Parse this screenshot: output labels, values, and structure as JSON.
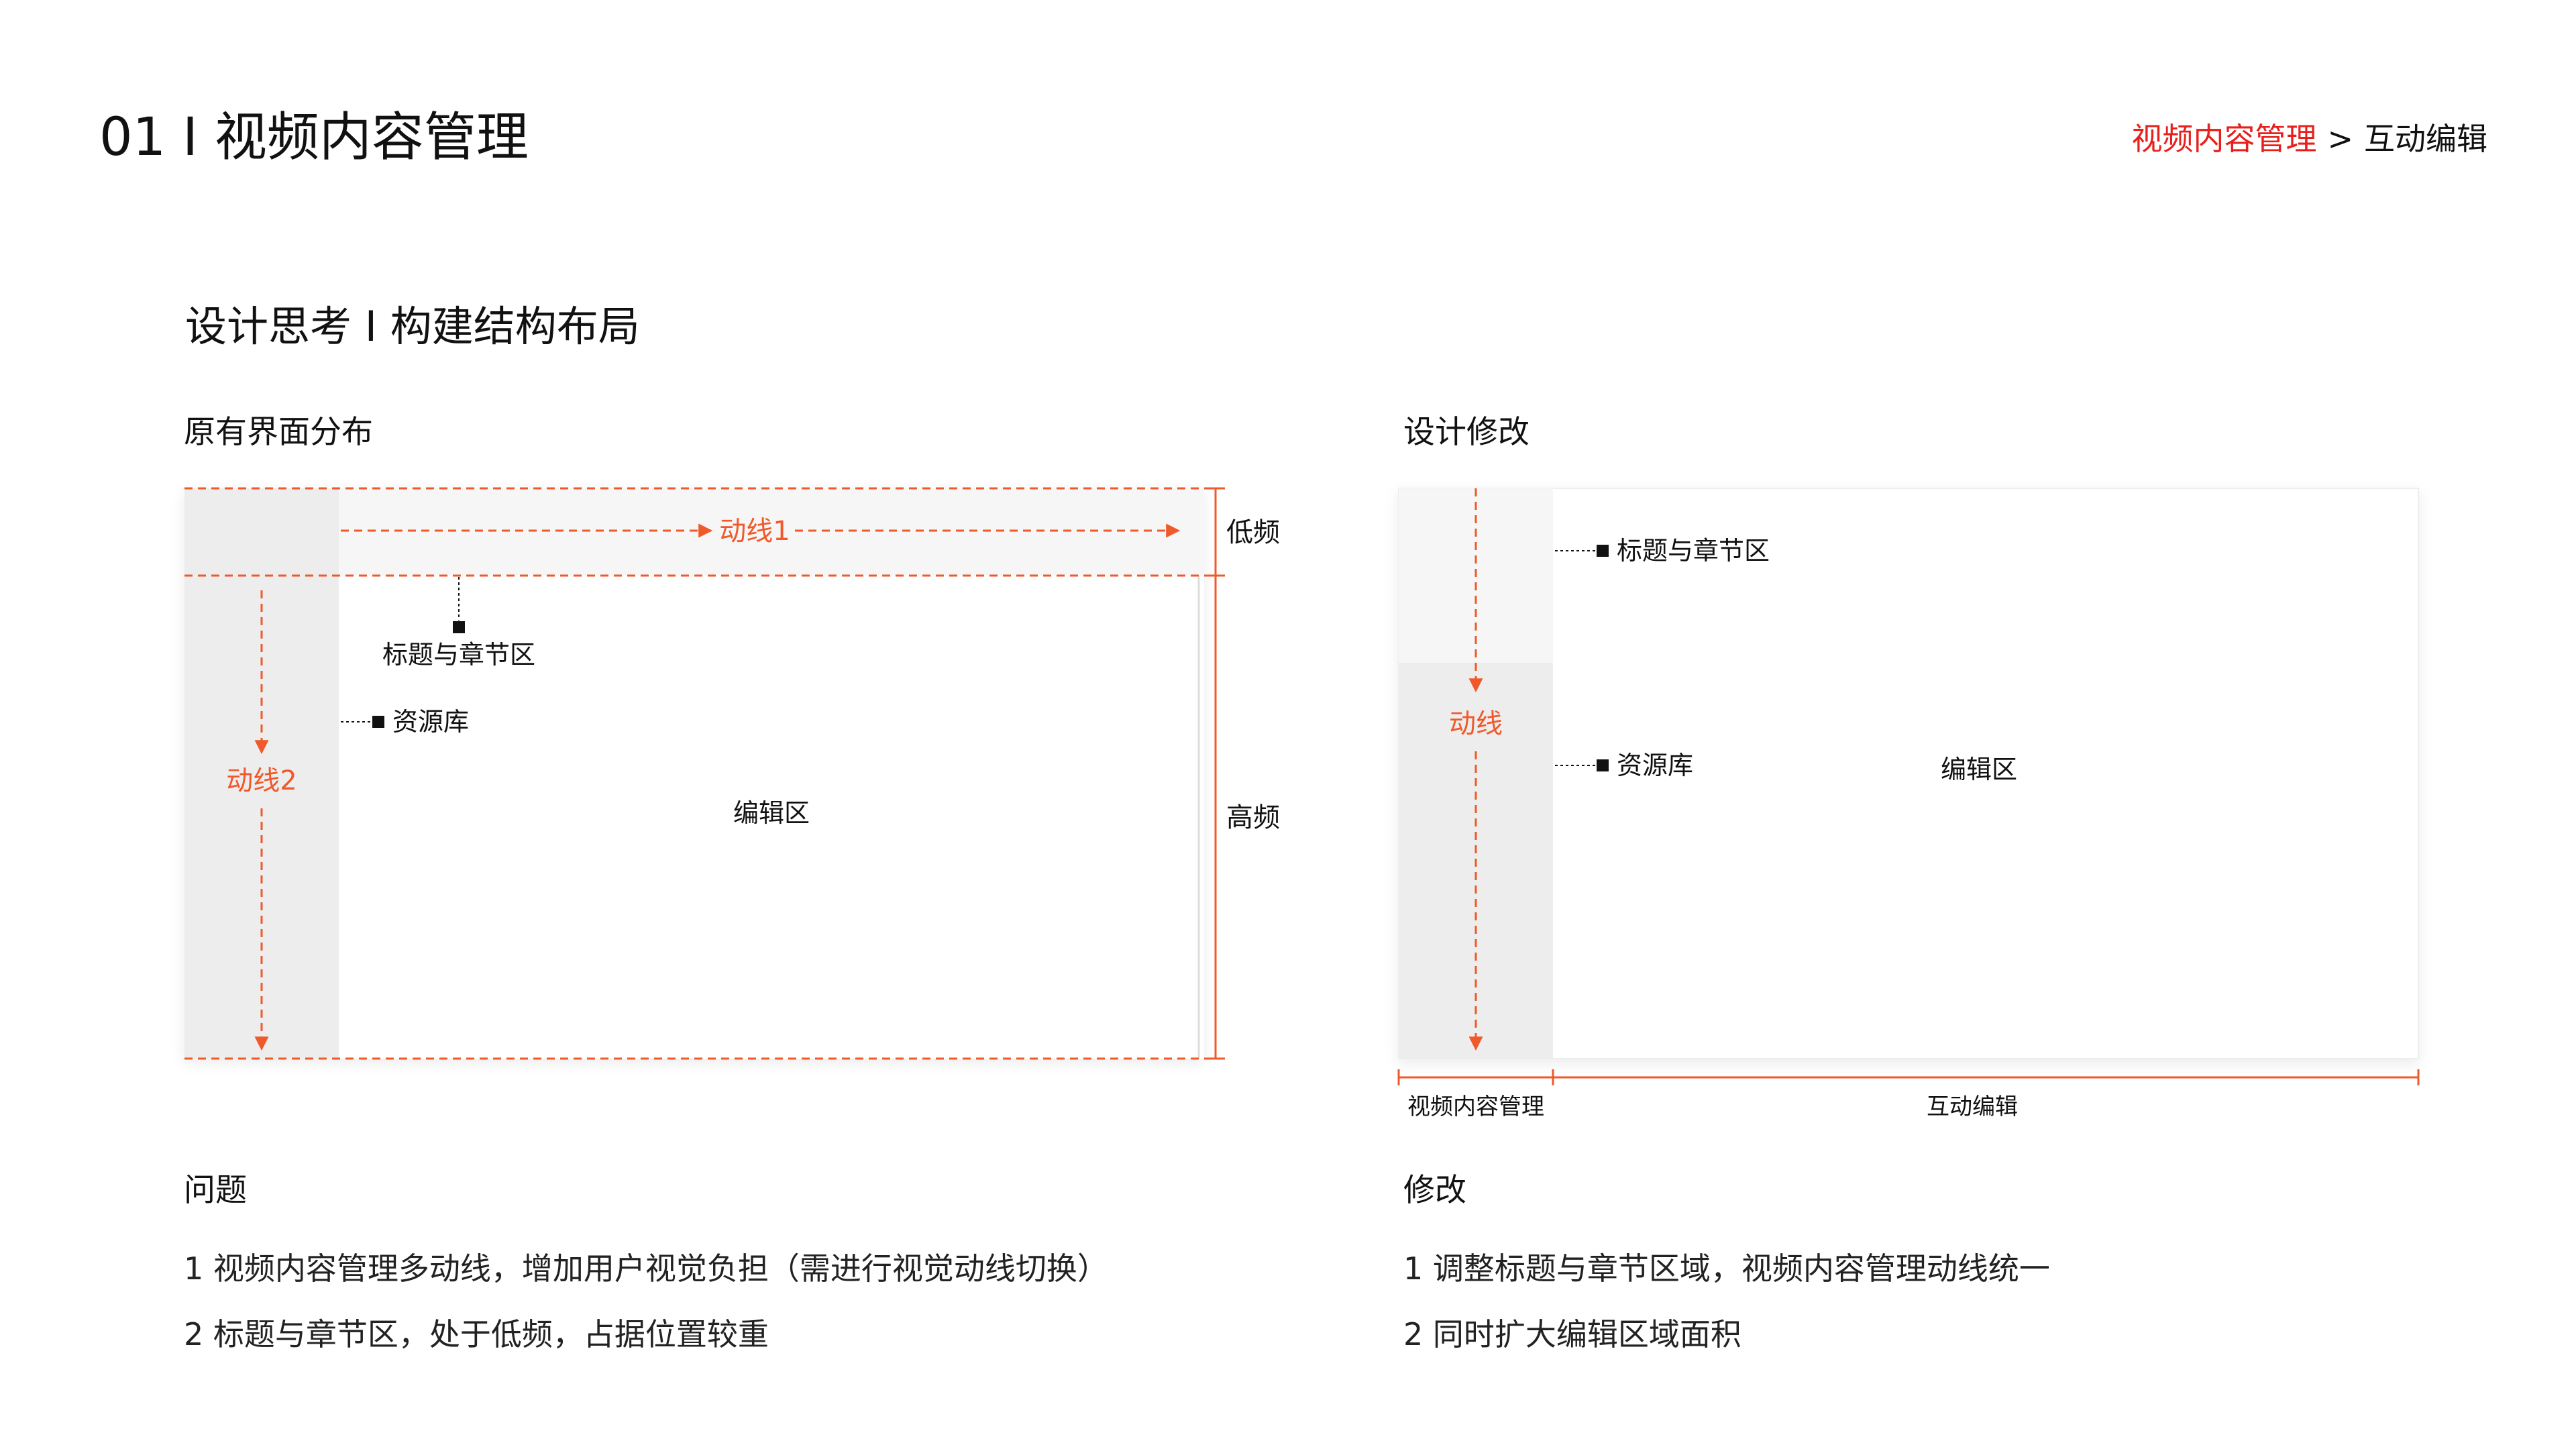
{
  "header": {
    "title": "01 I 视频内容管理",
    "breadcrumb": {
      "current": "视频内容管理",
      "separator": ">",
      "next": "互动编辑"
    }
  },
  "section": {
    "title": "设计思考 I 构建结构布局"
  },
  "left": {
    "heading": "原有界面分布",
    "labels": {
      "flow1": "动线1",
      "flow2": "动线2",
      "title_chapter": "标题与章节区",
      "resource": "资源库",
      "editor": "编辑区",
      "low_freq": "低频",
      "high_freq": "高频"
    },
    "issues_heading": "问题",
    "issues": [
      "1  视频内容管理多动线，增加用户视觉负担（需进行视觉动线切换）",
      "2 标题与章节区，处于低频，占据位置较重"
    ]
  },
  "right": {
    "heading": "设计修改",
    "labels": {
      "flow": "动线",
      "title_chapter": "标题与章节区",
      "resource": "资源库",
      "editor": "编辑区",
      "scope_left": "视频内容管理",
      "scope_right": "互动编辑"
    },
    "fixes_heading": "修改",
    "fixes": [
      "1  调整标题与章节区域，视频内容管理动线统一",
      "2 同时扩大编辑区域面积"
    ]
  },
  "colors": {
    "accent": "#f0592a",
    "breadcrumb_active": "#e8201d",
    "panel_grey": "#ededed",
    "panel_light": "#f6f6f6",
    "text": "#111111"
  }
}
